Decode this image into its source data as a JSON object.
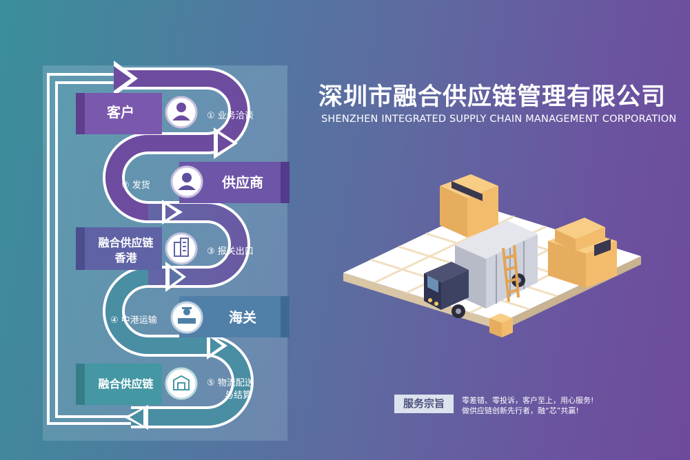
{
  "company": {
    "name_cn": "深圳市融合供应链管理有限公司",
    "name_en": "SHENZHEN INTEGRATED SUPPLY CHAIN MANAGEMENT CORPORATION"
  },
  "flow": {
    "tabs": [
      {
        "label": "客户",
        "icon": "customer-icon"
      },
      {
        "label": "供应商",
        "icon": "user-icon"
      },
      {
        "label": "融合供应链\n香港",
        "line1": "融合供应链",
        "line2": "香港",
        "icon": "building-icon"
      },
      {
        "label": "海关",
        "icon": "customs-officer-icon"
      },
      {
        "label": "融合供应链",
        "icon": "logo-icon"
      }
    ],
    "steps": [
      "① 业务洽谈",
      "② 发货",
      "③ 报关出口",
      "④ 中港运输",
      "⑤ 物流配送",
      "与结算"
    ]
  },
  "motto": {
    "badge": "服务宗旨",
    "line1": "零差错、零投诉，客户至上，用心服务!",
    "line2": "做供应链创新先行者，融“芯”共赢!"
  },
  "colors": {
    "purple": "#6b4a9c",
    "teal": "#3f8f98",
    "box": "#f2b766"
  }
}
